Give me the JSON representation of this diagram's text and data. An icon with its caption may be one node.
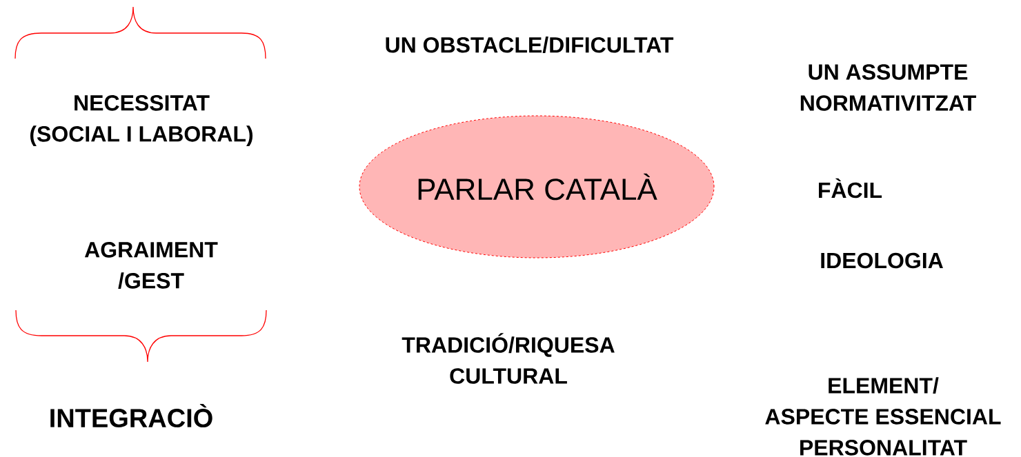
{
  "diagram": {
    "nodes": [
      {
        "text": [
          "PARLAR CATALÀ"
        ]
      }
    ],
    "labels": [
      "UN OBSTACLE/DIFICULTAT",
      "UN ASSUMPTE NORMATIVITZAT",
      "NECESSITAT (SOCIAL I LABORAL)",
      "FÀCIL",
      "AGRAIMENT /GEST",
      "IDEOLOGIA",
      "TRADICIÓ/RIQUESA CULTURAL",
      "ELEMENT/ ASPECTE ESSENCIAL PERSONALITAT",
      "INTEGRACIÒ"
    ]
  }
}
